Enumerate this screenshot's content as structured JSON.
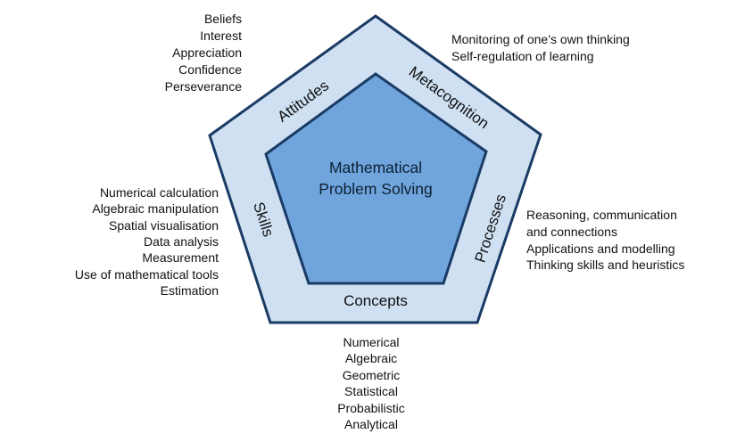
{
  "center": {
    "line1": "Mathematical",
    "line2": "Problem Solving"
  },
  "ring": {
    "attitudes": "Attitudes",
    "metacognition": "Metacognition",
    "skills": "Skills",
    "processes": "Processes",
    "concepts": "Concepts"
  },
  "attitudes_list": [
    "Beliefs",
    "Interest",
    "Appreciation",
    "Confidence",
    "Perseverance"
  ],
  "metacognition_list": [
    "Monitoring of one’s own thinking",
    "Self-regulation of learning"
  ],
  "skills_list": [
    "Numerical calculation",
    "Algebraic manipulation",
    "Spatial visualisation",
    "Data analysis",
    "Measurement",
    "Use of mathematical tools",
    "Estimation"
  ],
  "processes_list": [
    "Reasoning, communication",
    "and connections",
    "Applications and modelling",
    "Thinking skills and heuristics"
  ],
  "concepts_list": [
    "Numerical",
    "Algebraic",
    "Geometric",
    "Statistical",
    "Probabilistic",
    "Analytical"
  ],
  "colors": {
    "outer_fill": "#cfe0f2",
    "inner_fill": "#6fa5dc",
    "stroke": "#1a3b63"
  }
}
